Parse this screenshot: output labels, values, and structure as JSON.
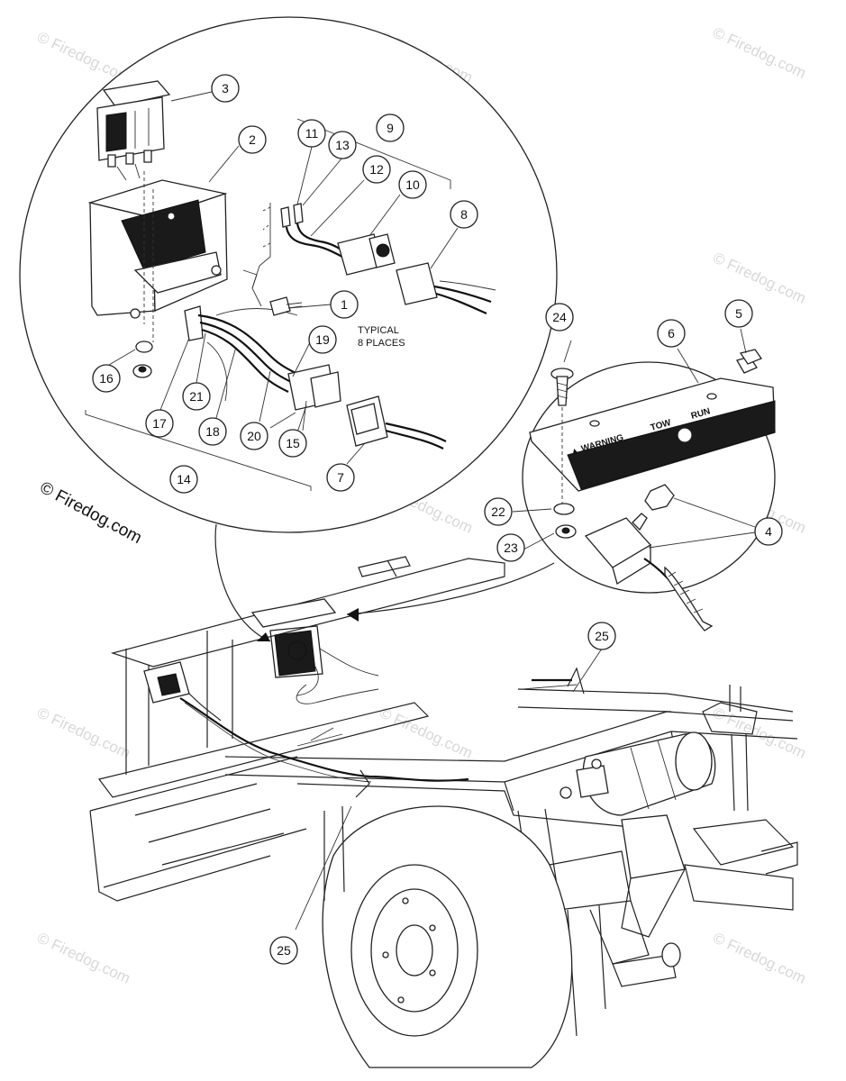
{
  "watermark": "© Firedog.com",
  "copyright": "© Firedog.com",
  "note_typical": [
    "TYPICAL",
    "8 PLACES"
  ],
  "decal": {
    "warning": "▲ WARNING",
    "tow": "TOW",
    "run": "RUN"
  },
  "callouts": [
    {
      "id": "1",
      "label": "1"
    },
    {
      "id": "2",
      "label": "2"
    },
    {
      "id": "3",
      "label": "3"
    },
    {
      "id": "4",
      "label": "4"
    },
    {
      "id": "5",
      "label": "5"
    },
    {
      "id": "6",
      "label": "6"
    },
    {
      "id": "7",
      "label": "7"
    },
    {
      "id": "8",
      "label": "8"
    },
    {
      "id": "9",
      "label": "9"
    },
    {
      "id": "10",
      "label": "10"
    },
    {
      "id": "11",
      "label": "11"
    },
    {
      "id": "12",
      "label": "12"
    },
    {
      "id": "13",
      "label": "13"
    },
    {
      "id": "14",
      "label": "14"
    },
    {
      "id": "15",
      "label": "15"
    },
    {
      "id": "16",
      "label": "16"
    },
    {
      "id": "17",
      "label": "17"
    },
    {
      "id": "18",
      "label": "18"
    },
    {
      "id": "19",
      "label": "19"
    },
    {
      "id": "20",
      "label": "20"
    },
    {
      "id": "21",
      "label": "21"
    },
    {
      "id": "22",
      "label": "22"
    },
    {
      "id": "23",
      "label": "23"
    },
    {
      "id": "24",
      "label": "24"
    },
    {
      "id": "25a",
      "label": "25"
    },
    {
      "id": "25b",
      "label": "25"
    }
  ]
}
